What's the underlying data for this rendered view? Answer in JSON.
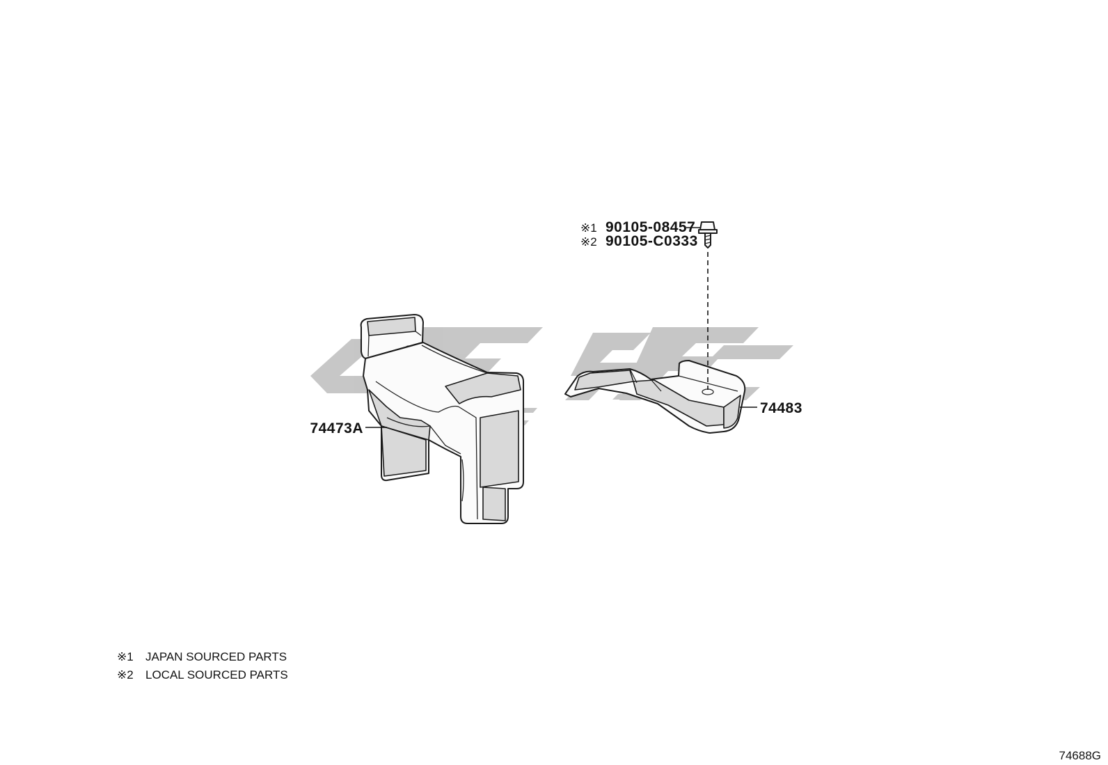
{
  "parts": {
    "cover_left": "74473A",
    "cover_right": "74483",
    "bolt_japan": {
      "marker": "※1",
      "number": "90105-08457"
    },
    "bolt_local": {
      "marker": "※2",
      "number": "90105-C0333"
    }
  },
  "notes": [
    {
      "marker": "※1",
      "text": "JAPAN SOURCED PARTS"
    },
    {
      "marker": "※2",
      "text": "LOCAL SOURCED PARTS"
    }
  ],
  "illustration_code": "74688G",
  "colors": {
    "watermark": "#c4c4c4",
    "line": "#1a1a1a",
    "background": "#ffffff"
  }
}
